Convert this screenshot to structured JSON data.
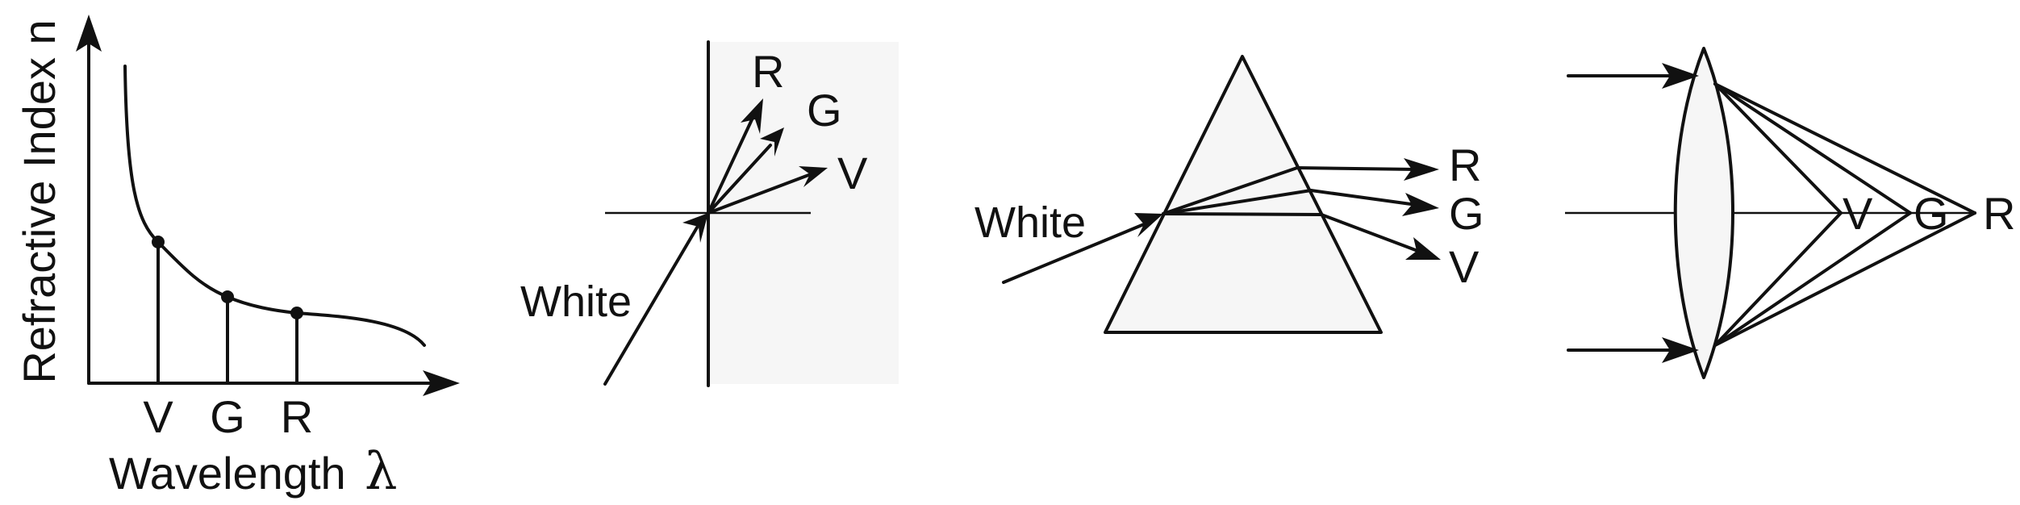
{
  "panel1": {
    "y_axis_label": "Refractive Index n",
    "x_axis_label": "Wavelength",
    "x_axis_symbol": "λ",
    "marks": [
      "V",
      "G",
      "R"
    ]
  },
  "panel2": {
    "incident_label": "White",
    "rays": [
      "R",
      "G",
      "V"
    ]
  },
  "panel3": {
    "incident_label": "White",
    "rays": [
      "R",
      "G",
      "V"
    ]
  },
  "panel4": {
    "foci": [
      "V",
      "G",
      "R"
    ]
  }
}
